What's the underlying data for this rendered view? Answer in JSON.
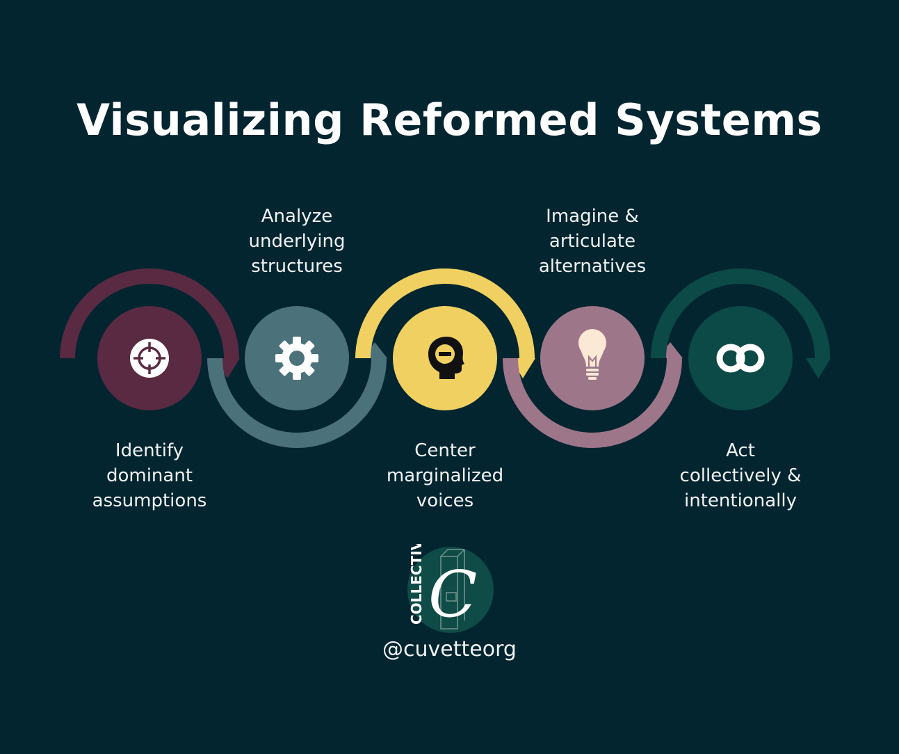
{
  "title": "Visualizing Reformed Systems",
  "steps": [
    {
      "label_lines": [
        "Identify",
        "dominant",
        "assumptions"
      ],
      "icon": "target-icon",
      "color": "#592a42"
    },
    {
      "label_lines": [
        "Analyze",
        "underlying",
        "structures"
      ],
      "icon": "gear-icon",
      "color": "#4b717a"
    },
    {
      "label_lines": [
        "Center",
        "marginalized",
        "voices"
      ],
      "icon": "head-minus-icon",
      "color": "#f0d060"
    },
    {
      "label_lines": [
        "Imagine &",
        "articulate",
        "alternatives"
      ],
      "icon": "lightbulb-icon",
      "color": "#9e7689"
    },
    {
      "label_lines": [
        "Act",
        "collectively &",
        "intentionally"
      ],
      "icon": "linked-rings-icon",
      "color": "#0c4a47"
    }
  ],
  "logo": {
    "word": "COLLECTIVE",
    "letter": "C",
    "color": "#0f4b47"
  },
  "handle": "@cuvetteorg",
  "colors": {
    "background": "#032530",
    "text": "#ffffff"
  }
}
